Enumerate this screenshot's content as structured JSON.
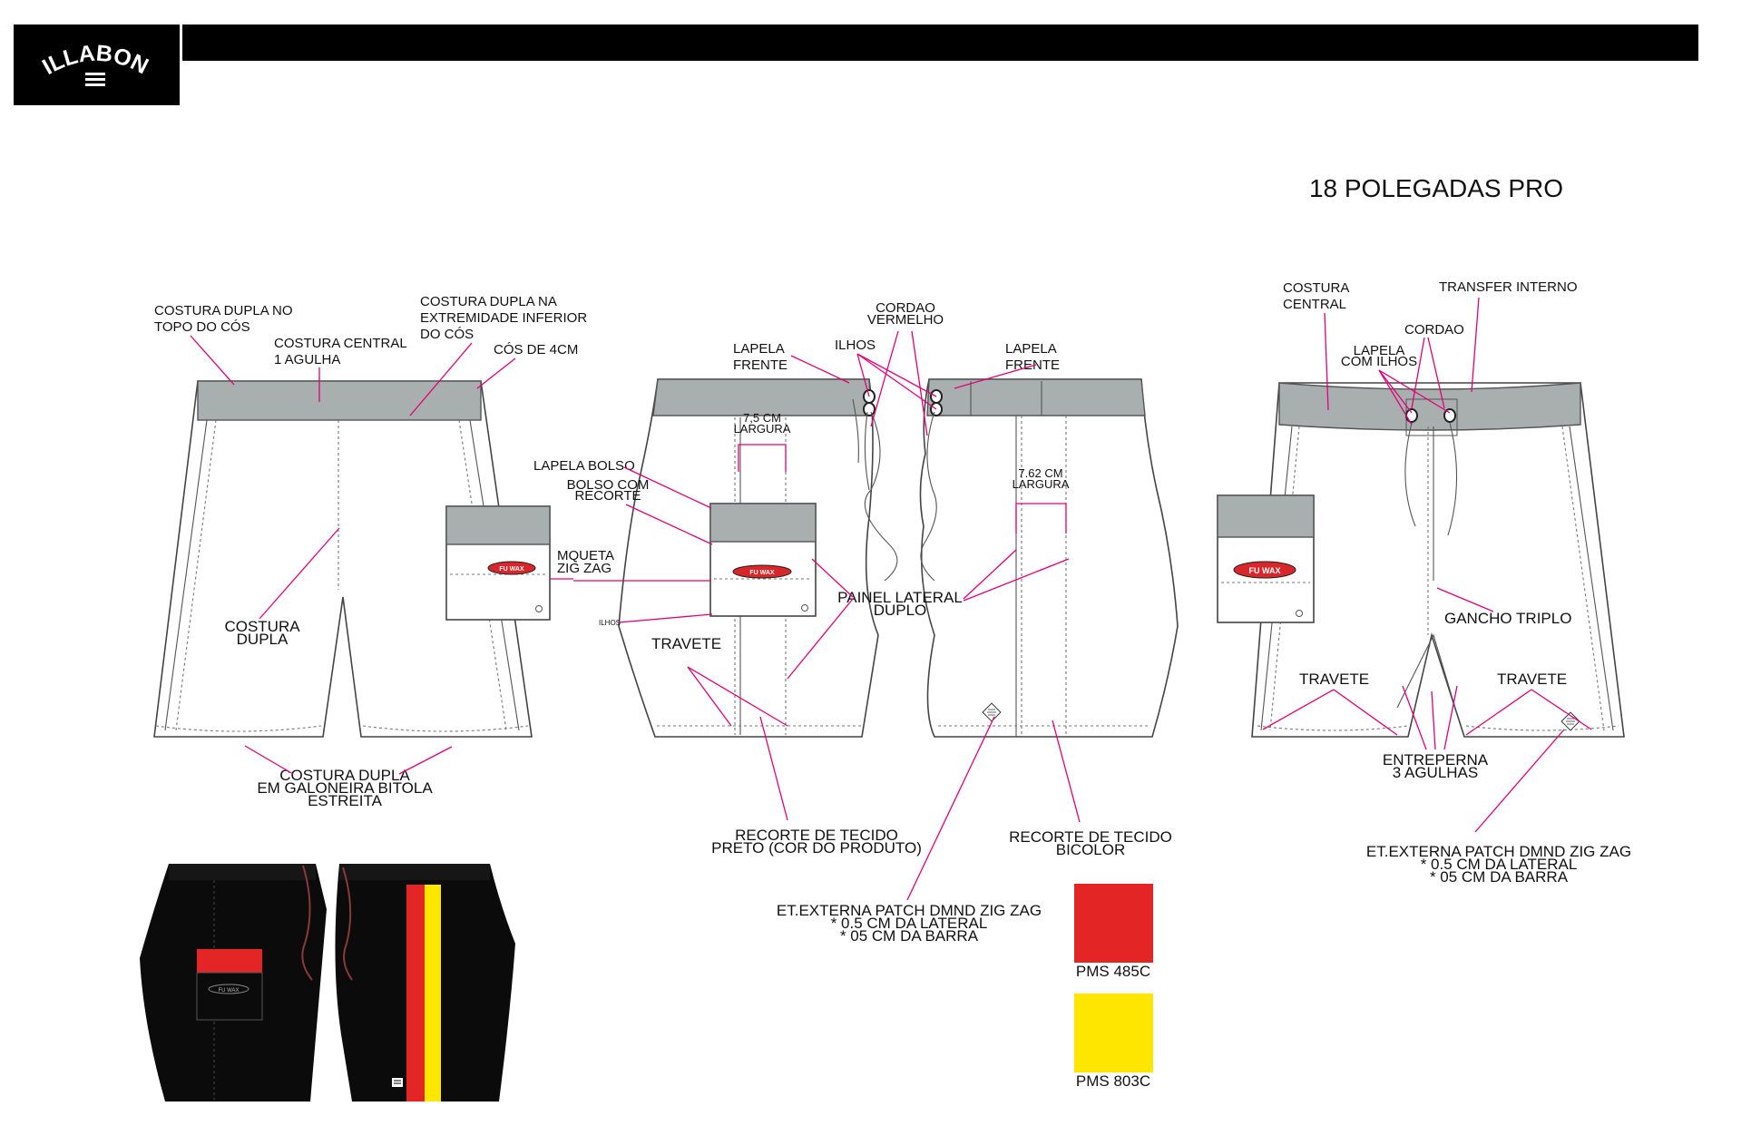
{
  "brand": {
    "logo_text": "BILLABONG"
  },
  "title": "18 POLEGADAS PRO",
  "front_view": {
    "costura_dupla_topo": [
      "COSTURA DUPLA NO",
      "TOPO DO CÓS"
    ],
    "costura_central": [
      "COSTURA CENTRAL",
      "1 AGULHA"
    ],
    "costura_dupla_inferior": [
      "COSTURA DUPLA NA",
      "EXTREMIDADE INFERIOR",
      "DO CÓS"
    ],
    "cos_4cm": "CÓS DE 4CM",
    "costura_dupla_center": [
      "COSTURA",
      "DUPLA"
    ],
    "pesponto": [
      "MQUETA",
      "ZIG ZAG"
    ],
    "costura_galoneira": [
      "COSTURA DUPLA",
      "EM GALONEIRA BITOLA",
      "ESTREITA"
    ]
  },
  "side_views": {
    "lapela_frente_left": [
      "LAPELA",
      "FRENTE"
    ],
    "lapela_frente_right": [
      "LAPELA",
      "FRENTE"
    ],
    "cordao_vermelho": [
      "CORDAO",
      "VERMELHO"
    ],
    "ilhos": "ILHOS",
    "largura_75": [
      "7,5 CM",
      "LARGURA"
    ],
    "largura_762": [
      "7.62 CM",
      "LARGURA"
    ],
    "lapela_bolso": "LAPELA BOLSO",
    "bolso_recorte": [
      "BOLSO COM",
      "RECORTE"
    ],
    "ilhos_small": "ILHOS",
    "painel_lateral": [
      "PAINEL LATERAL",
      "DUPLO"
    ],
    "travete": "TRAVETE",
    "recorte_preto": [
      "RECORTE DE TECIDO",
      "PRETO (COR DO PRODUTO)"
    ],
    "recorte_bicolor": [
      "RECORTE DE TECIDO",
      "BICOLOR"
    ],
    "et_externa": [
      "ET.EXTERNA PATCH DMND ZIG ZAG",
      "* 0.5 CM DA LATERAL",
      "* 05 CM DA BARRA"
    ]
  },
  "back_view": {
    "costura_central": [
      "COSTURA",
      "CENTRAL"
    ],
    "transfer_interno": "TRANSFER INTERNO",
    "cordao": "CORDAO",
    "lapela_ilhos": [
      "LAPELA",
      "COM ILHOS"
    ],
    "gancho_triplo": "GANCHO TRIPLO",
    "travete_left": "TRAVETE",
    "travete_right": "TRAVETE",
    "entreperna": [
      "ENTREPERNA",
      "3 AGULHAS"
    ],
    "et_externa": [
      "ET.EXTERNA PATCH DMND ZIG ZAG",
      "* 0.5 CM DA LATERAL",
      "* 05 CM DA BARRA"
    ]
  },
  "patch_text": "FU WAX",
  "swatches": [
    {
      "label": "PMS 485C",
      "color": "#e32526"
    },
    {
      "label": "PMS 803C",
      "color": "#ffe600"
    }
  ],
  "colors": {
    "pink_leader": "#e2007a",
    "waistband_gray": "#a9aeae",
    "product_black": "#0a0a0a"
  }
}
